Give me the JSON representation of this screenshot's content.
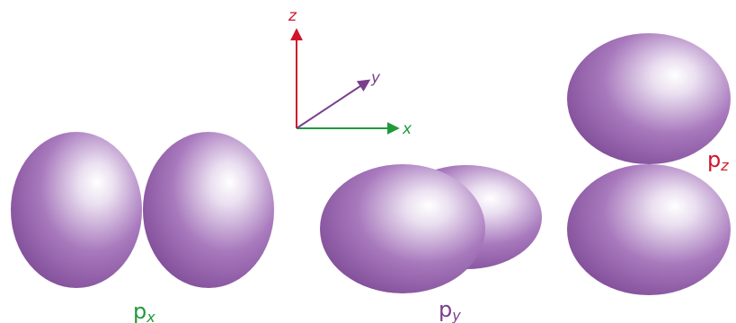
{
  "axes": {
    "z": {
      "label": "z",
      "color": "#d0152a"
    },
    "y": {
      "label": "y",
      "color": "#7a3f8c"
    },
    "x": {
      "label": "x",
      "color": "#1f9a3a"
    }
  },
  "orbitals": {
    "px": {
      "main": "p",
      "sub": "x",
      "color": "#1f9a3a"
    },
    "py": {
      "main": "p",
      "sub": "y",
      "color": "#7a3f8c"
    },
    "pz": {
      "main": "p",
      "sub": "z",
      "color": "#d0152a"
    }
  },
  "lobe_colors": {
    "highlight": "#ffffff",
    "mid": "#b98fc7",
    "base": "#8e5aa3",
    "edge": "#6f3d86"
  }
}
